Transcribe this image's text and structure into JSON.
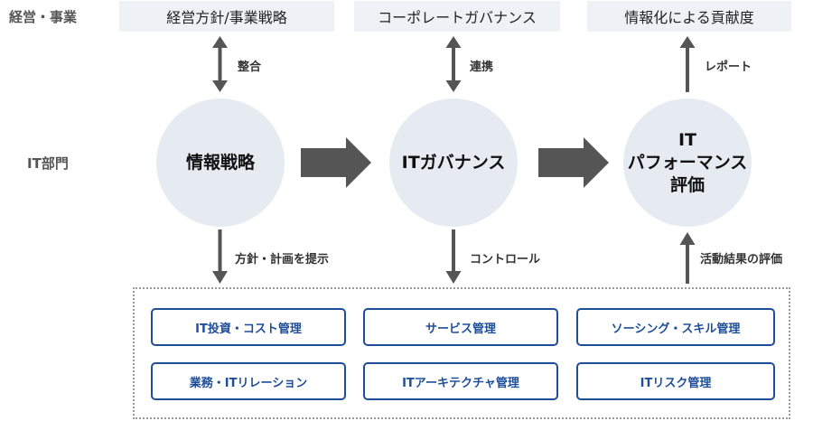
{
  "rows": {
    "business": "経営・事業",
    "it": "IT部門"
  },
  "top_boxes": [
    "経営方針/事業戦略",
    "コーポレートガバナンス",
    "情報化による貢献度"
  ],
  "circles": {
    "strategy": "情報戦略",
    "governance": "ITガバナンス",
    "performance": [
      "IT",
      "パフォーマンス",
      "評価"
    ]
  },
  "edge_labels": {
    "seigou": "整合",
    "renkei": "連携",
    "report": "レポート",
    "policy": "方針・計画を提示",
    "control": "コントロール",
    "evaluation": "活動結果の評価"
  },
  "processes": [
    "IT投資・コスト管理",
    "サービス管理",
    "ソーシング・スキル管理",
    "業務・ITリレーション",
    "ITアーキテクチャ管理",
    "ITリスク管理"
  ],
  "colors": {
    "arrow": "#555555",
    "circle_fill": "#e6ebf2",
    "top_box_fill": "#eef2f7",
    "process_border": "#1f4e99",
    "group_border": "#9a9a9a"
  }
}
